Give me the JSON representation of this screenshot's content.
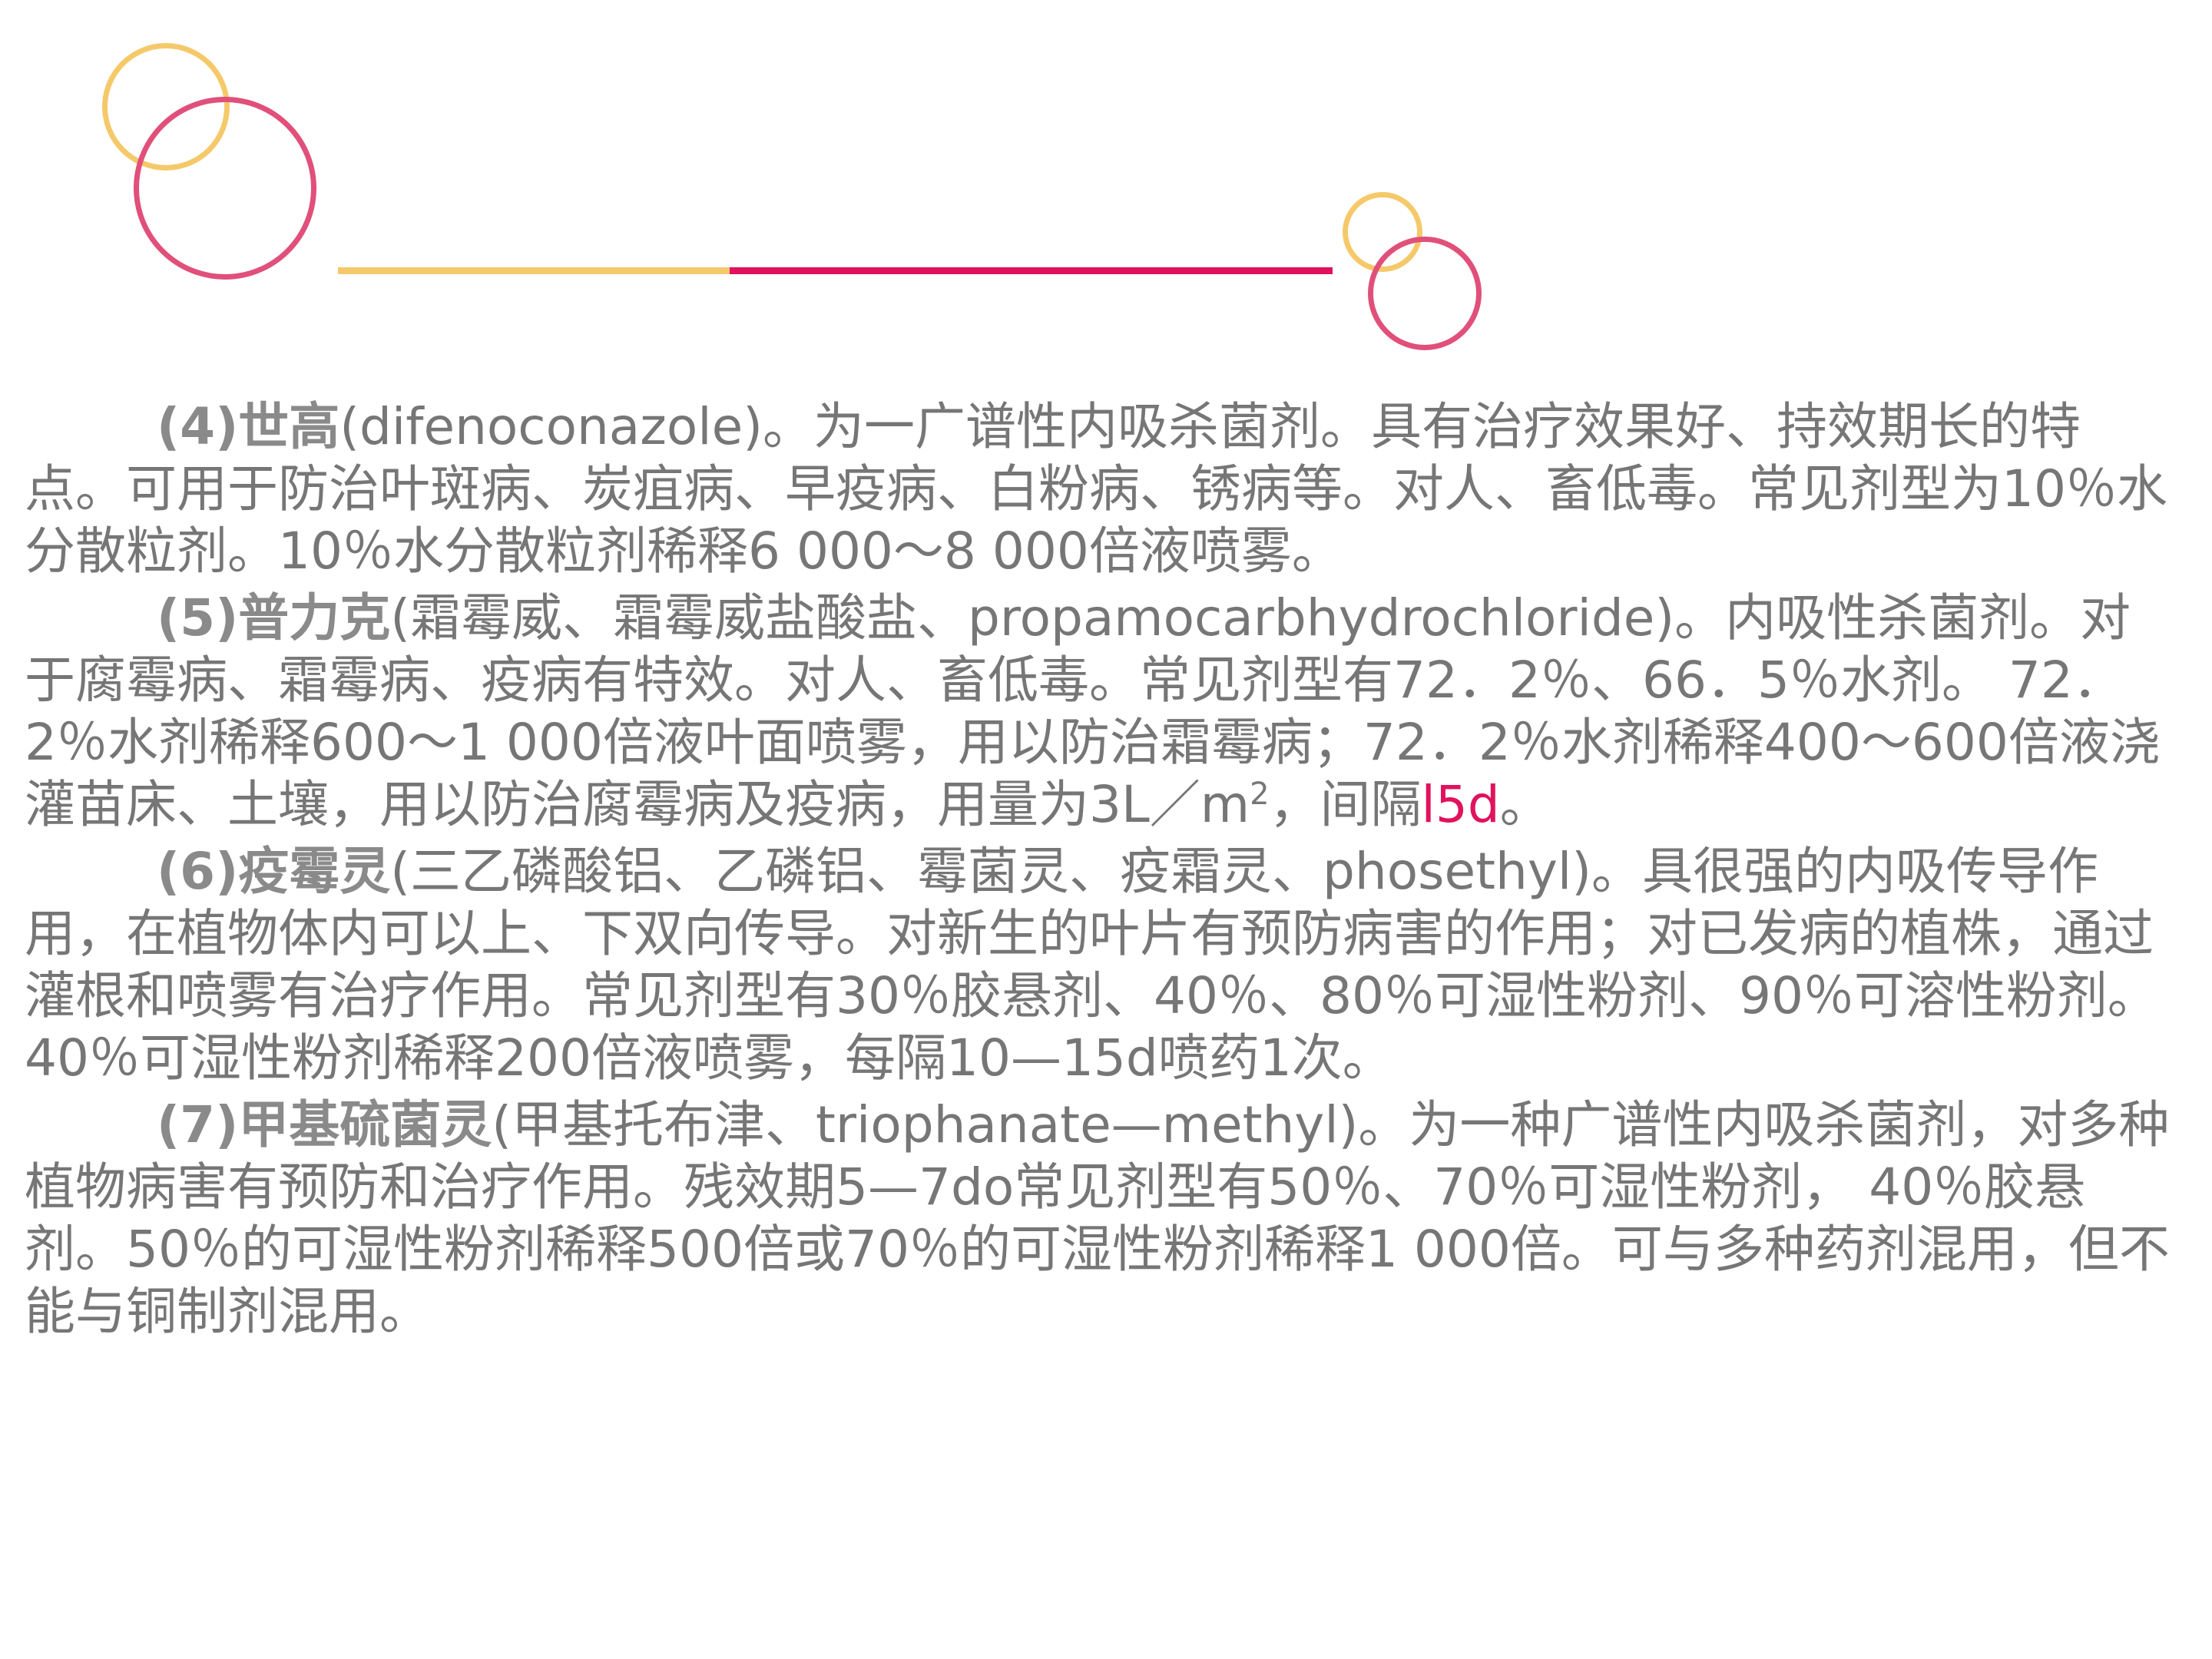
{
  "paragraphs": [
    {
      "num": "(4)",
      "name": "世高",
      "text": "(difenoconazole)。为一广谱性内吸杀菌剂。具有治疗效果好、持效期长的特点。可用于防治叶斑病、炭疽病、早疫病、白粉病、锈病等。对人、畜低毒。常见剂型为10％水分散粒剂。10％水分散粒剂稀释6 000～8 000倍液喷雾。"
    },
    {
      "num": "(5)",
      "name": "普力克",
      "text": "(霜霉威、霜霉威盐酸盐、propamocarbhydrochloride)。内吸性杀菌剂。对于腐霉病、霜霉病、疫病有特效。对人、畜低毒。常见剂型有72．2％、66．5％水剂。 72．2％水剂稀释600～1 000倍液叶面喷雾，用以防治霜霉病；72．2％水剂稀释400～600倍液浇灌苗床、土壤，用以防治腐霉病及疫病，用量为3L／m",
      "sup": "2",
      "text_after": "，间隔",
      "highlight": "l5d",
      "text_end": "。"
    },
    {
      "num": "(6)",
      "name": "疫霉灵",
      "text": "(三乙磷酸铝、乙磷铝、霉菌灵、疫霜灵、phosethyl)。具很强的内吸传导作用，在植物体内可以上、下双向传导。对新生的叶片有预防病害的作用；对已发病的植株，通过灌根和喷雾有治疗作用。常见剂型有30％胶悬剂、40％、80％可湿性粉剂、90％可溶性粉剂。40％可湿性粉剂稀释200倍液喷雾，每隔10—15d喷药1次。"
    },
    {
      "num": "(7)",
      "name": "甲基硫菌灵",
      "text": "(甲基托布津、triophanate—methyl)。为一种广谱性内吸杀菌剂，对多种植物病害有预防和治疗作用。残效期5—7do常见剂型有50％、70％可湿性粉剂， 40％胶悬剂。50％的可湿性粉剂稀释500倍或70％的可湿性粉剂稀释1 000倍。可与多种药剂混用，但不能与铜制剂混用。"
    }
  ],
  "colors": {
    "yellow": "#f5c96a",
    "pink": "#e0507a",
    "red": "#e0125e",
    "text": "#767676"
  }
}
